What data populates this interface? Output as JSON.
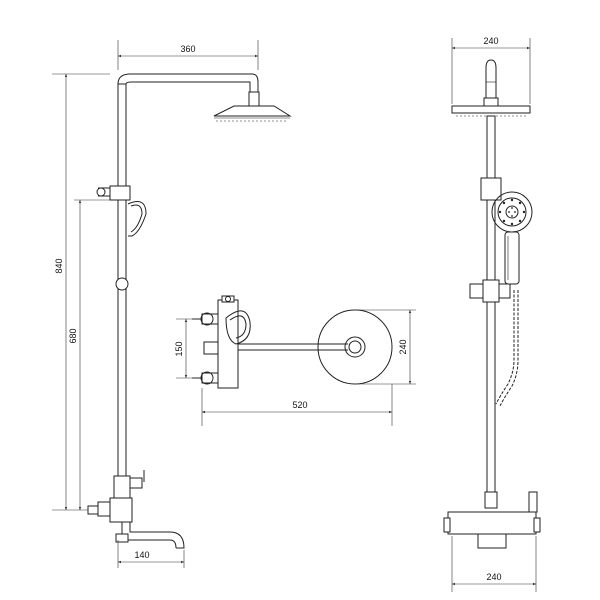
{
  "dimensions": {
    "side_width": "360",
    "side_height_total": "840",
    "side_height_slide": "680",
    "side_spout": "140",
    "top_width": "520",
    "top_valve_spacing": "150",
    "top_head_diameter": "240",
    "front_head_width": "240",
    "front_base_width": "240"
  },
  "colors": {
    "line": "#222222",
    "background": "#ffffff"
  }
}
